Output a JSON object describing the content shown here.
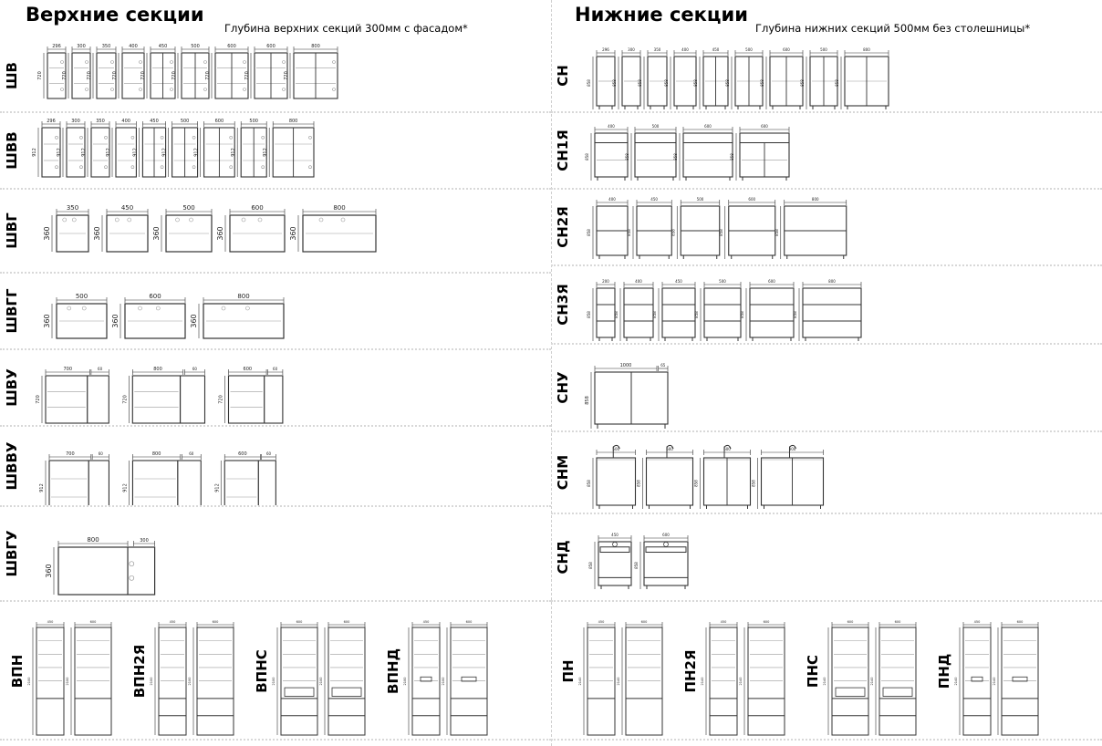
{
  "upper": {
    "title": "Верхние секции",
    "note": "Глубина верхних секций 300мм с фасадом*",
    "rows": [
      {
        "label": "ШВ",
        "type": "cab",
        "height_label": "720",
        "widths": [
          "296",
          "300",
          "350",
          "400",
          "450",
          "500",
          "600",
          "600",
          "800"
        ],
        "doors": [
          1,
          1,
          1,
          1,
          2,
          2,
          2,
          2,
          2
        ]
      },
      {
        "label": "ШВВ",
        "type": "cab",
        "height_label": "912",
        "widths": [
          "296",
          "300",
          "350",
          "400",
          "450",
          "500",
          "600",
          "500",
          "800"
        ],
        "doors": [
          1,
          1,
          1,
          1,
          2,
          2,
          2,
          2,
          2
        ]
      },
      {
        "label": "ШВГ",
        "type": "wide",
        "height_label": "360",
        "widths": [
          "350",
          "450",
          "500",
          "600",
          "800"
        ]
      },
      {
        "label": "ШВГГ",
        "type": "wide",
        "height_label": "360",
        "widths": [
          "500",
          "600",
          "800"
        ]
      },
      {
        "label": "ШВУ",
        "type": "corner",
        "height_label": "720",
        "widths": [
          "700",
          "800",
          "600"
        ],
        "extra": [
          "60",
          "60",
          "60"
        ]
      },
      {
        "label": "ШВВУ",
        "type": "corner",
        "height_label": "912",
        "widths": [
          "700",
          "800",
          "600"
        ],
        "extra": [
          "60",
          "60",
          "60"
        ]
      },
      {
        "label": "ШВГУ",
        "type": "hcorner",
        "height_label": "360",
        "widths": [
          "800"
        ],
        "extra": [
          "300"
        ]
      }
    ],
    "tall": [
      {
        "label": "ВПН",
        "widths": [
          "450",
          "600"
        ],
        "height_label": "2100"
      },
      {
        "label": "ВПН2Я",
        "widths": [
          "450",
          "600"
        ],
        "height_label": "2100"
      },
      {
        "label": "ВПНС",
        "widths": [
          "600",
          "600"
        ],
        "height_label": "2100"
      },
      {
        "label": "ВПНД",
        "widths": [
          "450",
          "600"
        ],
        "height_label": "2100"
      }
    ]
  },
  "lower": {
    "title": "Нижние секции",
    "note": "Глубина нижних секций 500мм без столешницы*",
    "rows": [
      {
        "label": "СН",
        "type": "base",
        "height_label": "858",
        "widths": [
          "296",
          "300",
          "350",
          "400",
          "450",
          "500",
          "600",
          "500",
          "800"
        ],
        "doors": [
          1,
          1,
          1,
          1,
          2,
          2,
          2,
          2,
          2
        ],
        "drawers": 0
      },
      {
        "label": "СН1Я",
        "type": "base",
        "height_label": "858",
        "widths": [
          "400",
          "500",
          "600",
          "600"
        ],
        "doors": [
          1,
          1,
          1,
          2
        ],
        "drawers": 1
      },
      {
        "label": "СН2Я",
        "type": "drawer",
        "height_label": "858",
        "widths": [
          "400",
          "450",
          "500",
          "600",
          "800"
        ],
        "drawers": 2
      },
      {
        "label": "СН3Я",
        "type": "drawer",
        "height_label": "858",
        "widths": [
          "200",
          "400",
          "450",
          "500",
          "600",
          "800"
        ],
        "drawers": 3
      },
      {
        "label": "СНУ",
        "type": "lcorner",
        "height_label": "858",
        "widths": [
          "1000"
        ],
        "extra": [
          "65"
        ]
      },
      {
        "label": "СНМ",
        "type": "sink",
        "height_label": "858",
        "widths": [
          "500",
          "600",
          "600",
          "800"
        ],
        "doors": [
          1,
          1,
          2,
          2
        ]
      },
      {
        "label": "СНД",
        "type": "oven",
        "height_label": "858",
        "widths": [
          "450",
          "600"
        ]
      }
    ],
    "tall": [
      {
        "label": "ПН",
        "widths": [
          "450",
          "600"
        ],
        "height_label": "2140"
      },
      {
        "label": "ПН2Я",
        "widths": [
          "450",
          "600"
        ],
        "height_label": "2140"
      },
      {
        "label": "ПНС",
        "widths": [
          "600",
          "600"
        ],
        "height_label": "2140"
      },
      {
        "label": "ПНД",
        "widths": [
          "450",
          "600"
        ],
        "height_label": "2140"
      }
    ]
  },
  "colors": {
    "line": "#333333",
    "light": "#9a9a9a",
    "divider": "#cfcfcf"
  }
}
